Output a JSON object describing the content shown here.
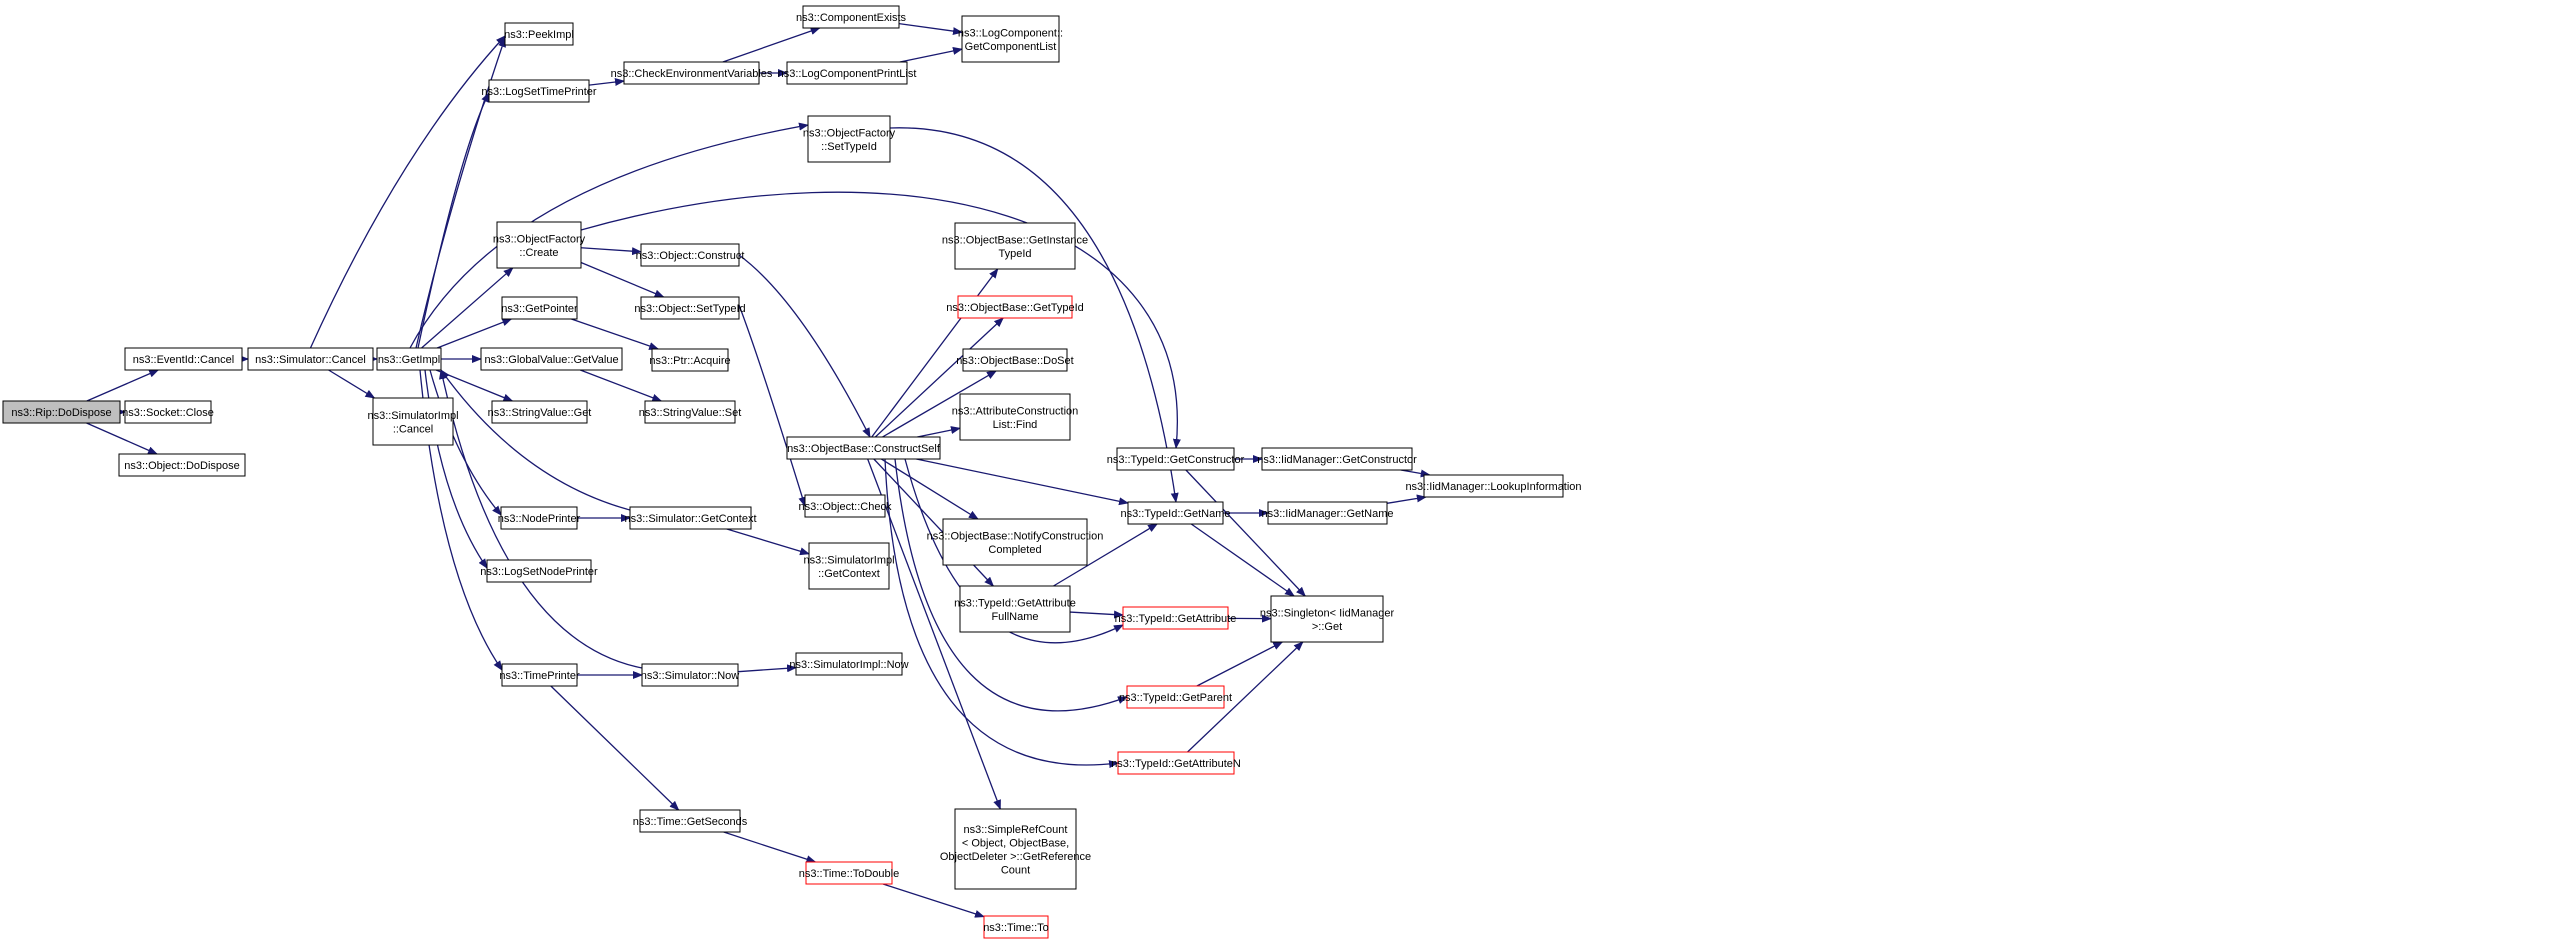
{
  "colors": {
    "edge": "#191970",
    "border": "#000000",
    "red_border": "#ff0000",
    "root_fill": "#bfbfbf",
    "node_fill": "#ffffff"
  },
  "nodes": {
    "rip_dodispose": [
      "ns3::Rip::DoDispose"
    ],
    "eventid_cancel": [
      "ns3::EventId::Cancel"
    ],
    "socket_close": [
      "ns3::Socket::Close"
    ],
    "object_dodispose": [
      "ns3::Object::DoDispose"
    ],
    "simulator_cancel": [
      "ns3::Simulator::Cancel"
    ],
    "getimpl": [
      "ns3::GetImpl"
    ],
    "simulatorimpl_cancel": [
      "ns3::SimulatorImpl",
      "::Cancel"
    ],
    "peekimpl": [
      "ns3::PeekImpl"
    ],
    "logsettimeprinter": [
      "ns3::LogSetTimePrinter"
    ],
    "objectfactory_create": [
      "ns3::ObjectFactory",
      "::Create"
    ],
    "getpointer": [
      "ns3::GetPointer"
    ],
    "globalvalue_getvalue": [
      "ns3::GlobalValue::GetValue"
    ],
    "stringvalue_get": [
      "ns3::StringValue::Get"
    ],
    "nodeprinter": [
      "ns3::NodePrinter"
    ],
    "logsetnodeprinter": [
      "ns3::LogSetNodePrinter"
    ],
    "timeprinter": [
      "ns3::TimePrinter"
    ],
    "checkenvvars": [
      "ns3::CheckEnvironmentVariables"
    ],
    "object_construct": [
      "ns3::Object::Construct"
    ],
    "object_settypeid": [
      "ns3::Object::SetTypeId"
    ],
    "ptr_acquire": [
      "ns3::Ptr::Acquire"
    ],
    "stringvalue_set": [
      "ns3::StringValue::Set"
    ],
    "simulator_getcontext": [
      "ns3::Simulator::GetContext"
    ],
    "simulator_now": [
      "ns3::Simulator::Now"
    ],
    "time_getseconds": [
      "ns3::Time::GetSeconds"
    ],
    "componentexists": [
      "ns3::ComponentExists"
    ],
    "logcomponentprintlist": [
      "ns3::LogComponentPrintList"
    ],
    "objectfactory_settypeid": [
      "ns3::ObjectFactory",
      "::SetTypeId"
    ],
    "objectbase_constructself": [
      "ns3::ObjectBase::ConstructSelf"
    ],
    "object_check": [
      "ns3::Object::Check"
    ],
    "simulatorimpl_getcontext": [
      "ns3::SimulatorImpl",
      "::GetContext"
    ],
    "simulatorimpl_now": [
      "ns3::SimulatorImpl::Now"
    ],
    "time_todouble": [
      "ns3::Time::ToDouble"
    ],
    "logcomponent_getcomponentlist": [
      "ns3::LogComponent::",
      "GetComponentList"
    ],
    "objectbase_getinstancetypeid": [
      "ns3::ObjectBase::GetInstance",
      "TypeId"
    ],
    "objectbase_gettypeid": [
      "ns3::ObjectBase::GetTypeId"
    ],
    "objectbase_doset": [
      "ns3::ObjectBase::DoSet"
    ],
    "attributeconstructionlist_find": [
      "ns3::AttributeConstruction",
      "List::Find"
    ],
    "objectbase_notifyconstructioncompleted": [
      "ns3::ObjectBase::NotifyConstruction",
      "Completed"
    ],
    "typeid_getattributefullname": [
      "ns3::TypeId::GetAttribute",
      "FullName"
    ],
    "simplerefcount_getreferencecount": [
      "ns3::SimpleRefCount",
      "< Object, ObjectBase,",
      "ObjectDeleter >::GetReference",
      "Count"
    ],
    "time_to": [
      "ns3::Time::To"
    ],
    "typeid_getconstructor": [
      "ns3::TypeId::GetConstructor"
    ],
    "typeid_getname": [
      "ns3::TypeId::GetName"
    ],
    "typeid_getattribute": [
      "ns3::TypeId::GetAttribute"
    ],
    "typeid_getparent": [
      "ns3::TypeId::GetParent"
    ],
    "typeid_getattributen": [
      "ns3::TypeId::GetAttributeN"
    ],
    "iidmanager_getconstructor": [
      "ns3::IidManager::GetConstructor"
    ],
    "iidmanager_getname": [
      "ns3::IidManager::GetName"
    ],
    "singleton_get": [
      "ns3::Singleton< IidManager",
      ">::Get"
    ],
    "iidmanager_lookupinformation": [
      "ns3::IidManager::LookupInformation"
    ]
  }
}
